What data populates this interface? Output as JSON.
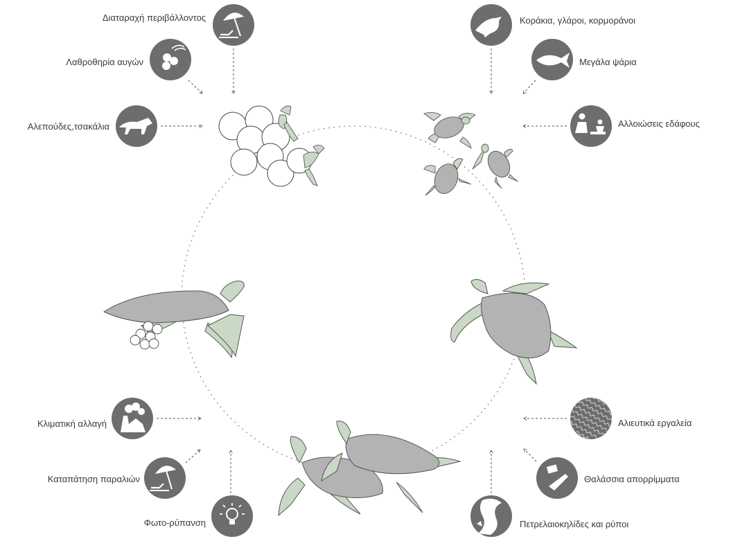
{
  "threats": {
    "disturbance": "Διαταραχή περιβάλλοντος",
    "poaching": "Λαθροθηρία αυγών",
    "foxes": "Αλεπούδες,τσακάλια",
    "birds": "Κοράκια, γλάροι, κορμοράνοι",
    "fish": "Μεγάλα ψάρια",
    "soil": "Αλλοιώσεις εδάφους",
    "climate": "Κλιματική αλλαγή",
    "beach": "Καταπάτηση παραλιών",
    "light": "Φωτο-ρύπανση",
    "nets": "Αλιευτικά εργαλεία",
    "litter": "Θαλάσσια απορρίμματα",
    "oil": "Πετρελαιοκηλίδες και ρύποι"
  },
  "colors": {
    "icon_fill": "#6d6d6d",
    "turtle_limb": "#c9d9c6",
    "turtle_shell": "#b3b3b3",
    "stroke": "#555555",
    "text": "#3a3a3a"
  },
  "icons": [
    "umbrella-icon",
    "eggs-hand-icon",
    "fox-icon",
    "bird-icon",
    "fish-icon",
    "digging-icon",
    "factory-icon",
    "umbrella-chair-icon",
    "lightbulb-icon",
    "net-icon",
    "litter-icon",
    "oil-spill-icon"
  ]
}
